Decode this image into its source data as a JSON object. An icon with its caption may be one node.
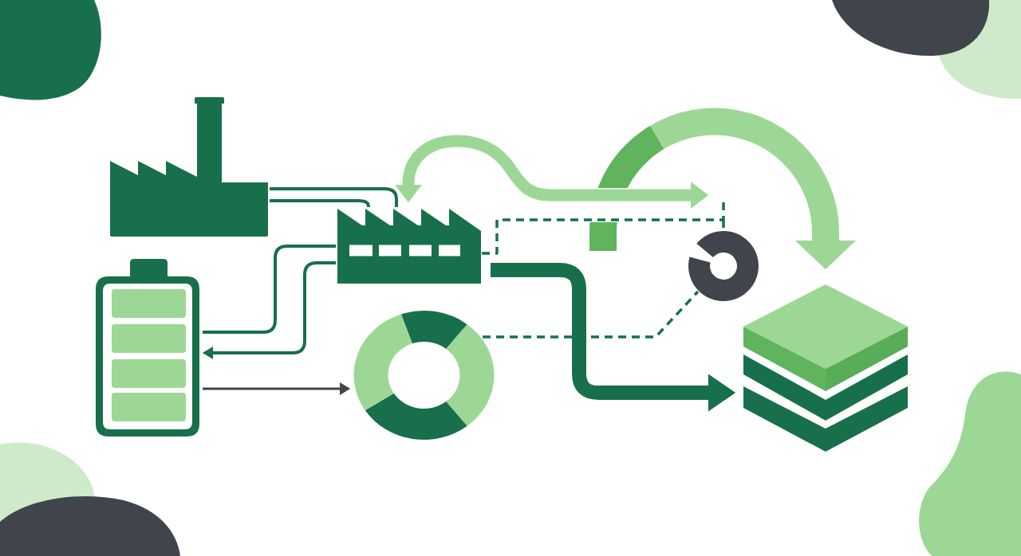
{
  "diagram": {
    "nodes": [
      {
        "text": [],
        "shape": "picture"
      },
      {
        "text": [],
        "shape": "picture"
      },
      {
        "text": [],
        "shape": "picture"
      },
      {
        "text": [],
        "shape": "circle"
      },
      {
        "text": [],
        "shape": "circle"
      },
      {
        "text": [],
        "shape": "picture"
      }
    ],
    "edges": [
      {
        "from": 0,
        "to": 1,
        "arrow": "none"
      },
      {
        "from": 0,
        "to": 1,
        "arrow": "none"
      },
      {
        "from": 1,
        "to": 2,
        "arrow": "none"
      },
      {
        "from": 1,
        "to": 2,
        "arrow": "to"
      },
      {
        "from": 2,
        "to": 3,
        "arrow": "to",
        "color": "#40454b"
      },
      {
        "from": 4,
        "to": 1,
        "arrow": "both",
        "style": "thick",
        "color": "#9dd795"
      },
      {
        "from": 1,
        "to": 4,
        "arrow": "none",
        "style": "dashed"
      },
      {
        "from": 3,
        "to": 4,
        "arrow": "none",
        "style": "dashed"
      },
      {
        "from": 1,
        "to": 5,
        "arrow": "to",
        "style": "thick"
      },
      {
        "from": null,
        "to": 5,
        "arrow": "to",
        "style": "thick",
        "color": "#9dd795"
      }
    ]
  }
}
